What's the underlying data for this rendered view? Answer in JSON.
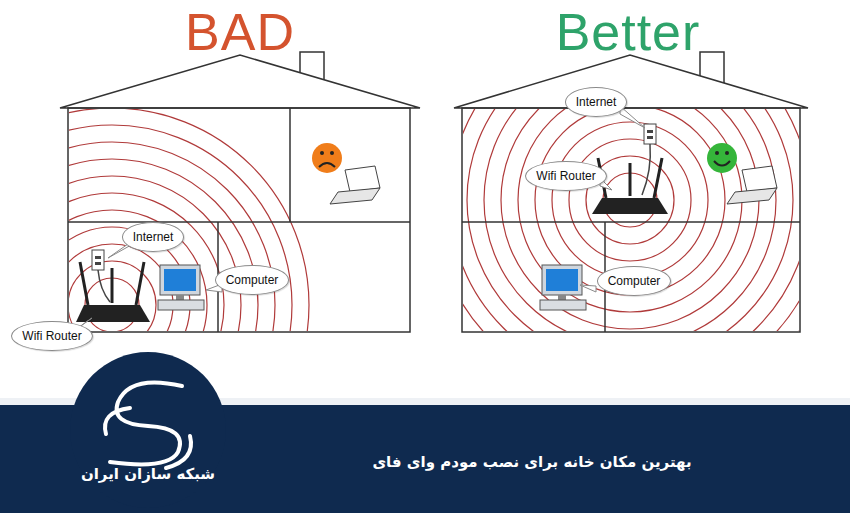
{
  "diagram": {
    "caption": "بهترین مکان خانه برای نصب مودم وای فای",
    "nodes": [
      {
        "text": [
          "BAD"
        ]
      },
      {
        "text": [
          "Internet"
        ],
        "in": 0
      },
      {
        "text": [
          "Computer"
        ],
        "in": 0
      },
      {
        "text": [
          "Wifi Router"
        ],
        "in": 0
      },
      {
        "text": [
          "Better"
        ]
      },
      {
        "text": [
          "Internet"
        ],
        "in": 4
      },
      {
        "text": [
          "Wifi Router"
        ],
        "in": 4
      },
      {
        "text": [
          "Computer"
        ],
        "in": 4
      },
      {
        "text": [
          "شبکه سازان ایران"
        ]
      }
    ]
  }
}
